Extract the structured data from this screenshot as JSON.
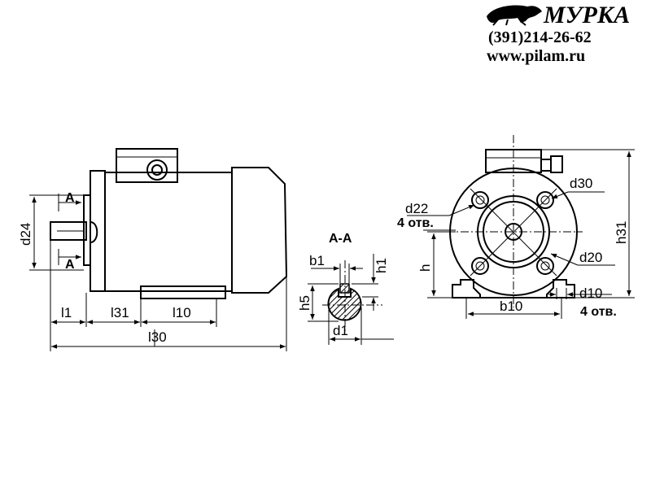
{
  "header": {
    "brand": "МУРКА",
    "phone": "(391)214-26-62",
    "website": "www.pilam.ru",
    "logo_icon": "panther-icon"
  },
  "side_view": {
    "dims": {
      "d24": "d24",
      "l1": "l1",
      "l31": "l31",
      "l10": "l10",
      "l30": "l30"
    },
    "section_mark_top": "A",
    "section_mark_bottom": "A"
  },
  "section": {
    "title": "A-A",
    "dims": {
      "b1": "b1",
      "h1": "h1",
      "h5": "h5",
      "d1": "d1"
    }
  },
  "end_view": {
    "dims": {
      "d22": "d22",
      "d22_holes": "4 отв.",
      "d30": "d30",
      "d20": "d20",
      "h": "h",
      "h31": "h31",
      "b10": "b10",
      "d10": "d10",
      "d10_holes": "4 отв."
    }
  }
}
